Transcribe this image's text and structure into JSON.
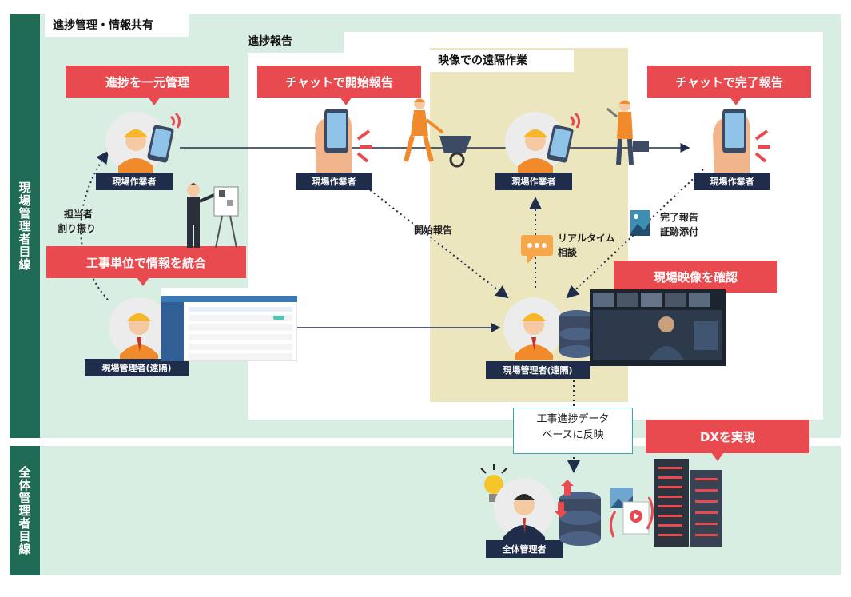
{
  "bands": {
    "site_label": "現場管理者目線",
    "overall_label": "全体管理者目線"
  },
  "sections": {
    "progress_share": "進捗管理・情報共有",
    "progress_report": "進捗報告",
    "remote_work": "映像での遠隔作業"
  },
  "callouts": {
    "central_management": "進捗を一元管理",
    "chat_start": "チャットで開始報告",
    "chat_complete": "チャットで完了報告",
    "integrate_info": "工事単位で情報を統合",
    "check_video": "現場映像を確認",
    "dx": "DXを実現"
  },
  "labels": {
    "worker_1": "現場作業者",
    "worker_2": "現場作業者",
    "worker_3": "現場作業者",
    "worker_4": "現場作業者",
    "manager_left": "現場管理者(遠隔)",
    "manager_center": "現場管理者(遠隔)",
    "overall_manager": "全体管理者"
  },
  "annotations": {
    "assign_line1": "担当者",
    "assign_line2": "割り振り",
    "start_report": "開始報告",
    "realtime_line1": "リアルタイム",
    "realtime_line2": "相談",
    "complete_line1": "完了報告",
    "complete_line2": "証跡添付",
    "db_line1": "工事進捗データ",
    "db_line2": "ベースに反映"
  },
  "colors": {
    "band": "#d9eee3",
    "side": "#1f6b55",
    "callout": "#e84a4f",
    "navy": "#1f2d4a",
    "khaki": "#ece6bf"
  }
}
